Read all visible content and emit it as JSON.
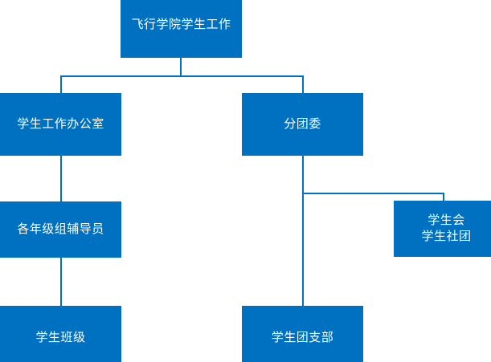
{
  "chart_data": {
    "type": "diagram",
    "diagram_type": "organizational-chart",
    "title": "飞行学院学生工作",
    "orientation": "top-down",
    "node_fill_color": "#0070C0",
    "node_text_color": "#FFFFFF",
    "connector_color": "#0070C0",
    "background_color": "#FFFFFF",
    "nodes": [
      {
        "id": "root",
        "label": "飞行学院学生工作",
        "lines": [
          "飞行学院学生工作"
        ],
        "level": 0
      },
      {
        "id": "office",
        "label": "学生工作办公室",
        "lines": [
          "学生工作办公室"
        ],
        "level": 1
      },
      {
        "id": "league",
        "label": "分团委",
        "lines": [
          "分团委"
        ],
        "level": 1
      },
      {
        "id": "advisors",
        "label": "各年级组辅导员",
        "lines": [
          "各年级组辅导员"
        ],
        "level": 2
      },
      {
        "id": "union",
        "label": "学生会 学生社团",
        "lines": [
          "学生会",
          "学生社团"
        ],
        "level": 2
      },
      {
        "id": "classes",
        "label": "学生班级",
        "lines": [
          "学生班级"
        ],
        "level": 3
      },
      {
        "id": "branch",
        "label": "学生团支部",
        "lines": [
          "学生团支部"
        ],
        "level": 3
      }
    ],
    "edges": [
      {
        "from": "root",
        "to": "office"
      },
      {
        "from": "root",
        "to": "league"
      },
      {
        "from": "office",
        "to": "advisors"
      },
      {
        "from": "advisors",
        "to": "classes"
      },
      {
        "from": "league",
        "to": "union"
      },
      {
        "from": "league",
        "to": "branch"
      }
    ]
  },
  "nodes": {
    "root": {
      "line1": "飞行学院学生工作"
    },
    "office": {
      "line1": "学生工作办公室"
    },
    "league": {
      "line1": "分团委"
    },
    "advisors": {
      "line1": "各年级组辅导员"
    },
    "union": {
      "line1": "学生会",
      "line2": "学生社团"
    },
    "classes": {
      "line1": "学生班级"
    },
    "branch": {
      "line1": "学生团支部"
    }
  }
}
